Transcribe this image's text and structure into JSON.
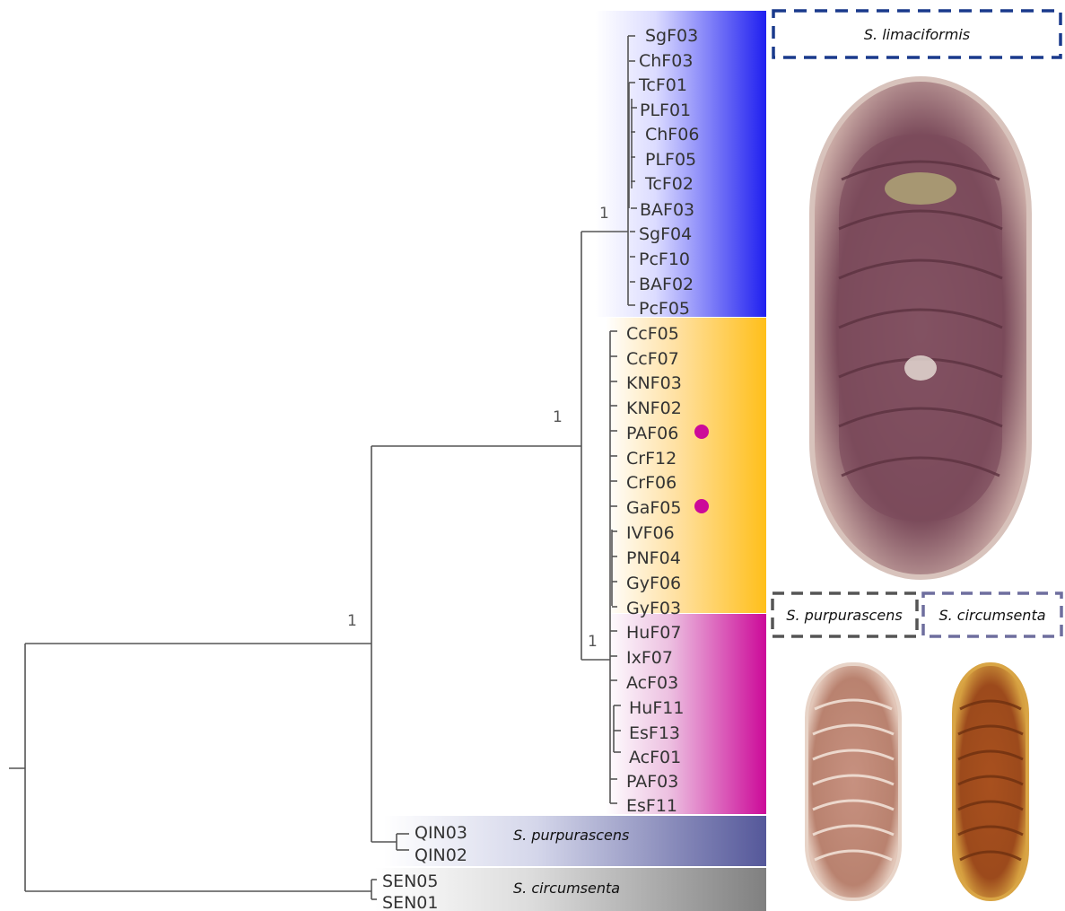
{
  "tree": {
    "leaves": [
      {
        "label": "SgF03",
        "clade": "limaciformis"
      },
      {
        "label": "ChF03",
        "clade": "limaciformis"
      },
      {
        "label": "TcF01",
        "clade": "limaciformis"
      },
      {
        "label": "PLF01",
        "clade": "limaciformis"
      },
      {
        "label": "ChF06",
        "clade": "limaciformis"
      },
      {
        "label": "PLF05",
        "clade": "limaciformis"
      },
      {
        "label": "TcF02",
        "clade": "limaciformis"
      },
      {
        "label": "BAF03",
        "clade": "limaciformis"
      },
      {
        "label": "SgF04",
        "clade": "limaciformis"
      },
      {
        "label": "PcF10",
        "clade": "limaciformis"
      },
      {
        "label": "BAF02",
        "clade": "limaciformis"
      },
      {
        "label": "PcF05",
        "clade": "limaciformis"
      },
      {
        "label": "CcF05",
        "clade": "orange"
      },
      {
        "label": "CcF07",
        "clade": "orange"
      },
      {
        "label": "KNF03",
        "clade": "orange"
      },
      {
        "label": "KNF02",
        "clade": "orange"
      },
      {
        "label": "PAF06",
        "clade": "orange",
        "marker": true
      },
      {
        "label": "CrF12",
        "clade": "orange"
      },
      {
        "label": "CrF06",
        "clade": "orange"
      },
      {
        "label": "GaF05",
        "clade": "orange",
        "marker": true
      },
      {
        "label": "IVF06",
        "clade": "orange"
      },
      {
        "label": "PNF04",
        "clade": "orange"
      },
      {
        "label": "GyF06",
        "clade": "orange"
      },
      {
        "label": "GyF03",
        "clade": "orange"
      },
      {
        "label": "HuF07",
        "clade": "magenta"
      },
      {
        "label": "IxF07",
        "clade": "magenta"
      },
      {
        "label": "AcF03",
        "clade": "magenta"
      },
      {
        "label": "HuF11",
        "clade": "magenta"
      },
      {
        "label": "EsF13",
        "clade": "magenta"
      },
      {
        "label": "AcF01",
        "clade": "magenta"
      },
      {
        "label": "PAF03",
        "clade": "magenta"
      },
      {
        "label": "EsF11",
        "clade": "magenta"
      },
      {
        "label": "QIN03",
        "clade": "purpurascens"
      },
      {
        "label": "QIN02",
        "clade": "purpurascens"
      },
      {
        "label": "SEN05",
        "clade": "circumsenta"
      },
      {
        "label": "SEN01",
        "clade": "circumsenta"
      }
    ],
    "support_values": [
      "1",
      "1",
      "1",
      "1"
    ],
    "clade_labels": {
      "purpurascens": "S. purpurascens",
      "circumsenta": "S. circumsenta"
    }
  },
  "species_panels": {
    "limaciformis": "S. limaciformis",
    "purpurascens": "S. purpurascens",
    "circumsenta": "S. circumsenta"
  },
  "colors": {
    "clade_blue": "#2020f0",
    "clade_orange": "#ffbf1a",
    "clade_magenta": "#cc0a99",
    "clade_purpurascens": "#55589a",
    "clade_circumsenta": "#808080",
    "marker": "#cc0a99",
    "box_limaciformis": "#1a3a8c",
    "box_purpurascens": "#555555",
    "box_circumsenta": "#6e6e9e"
  }
}
